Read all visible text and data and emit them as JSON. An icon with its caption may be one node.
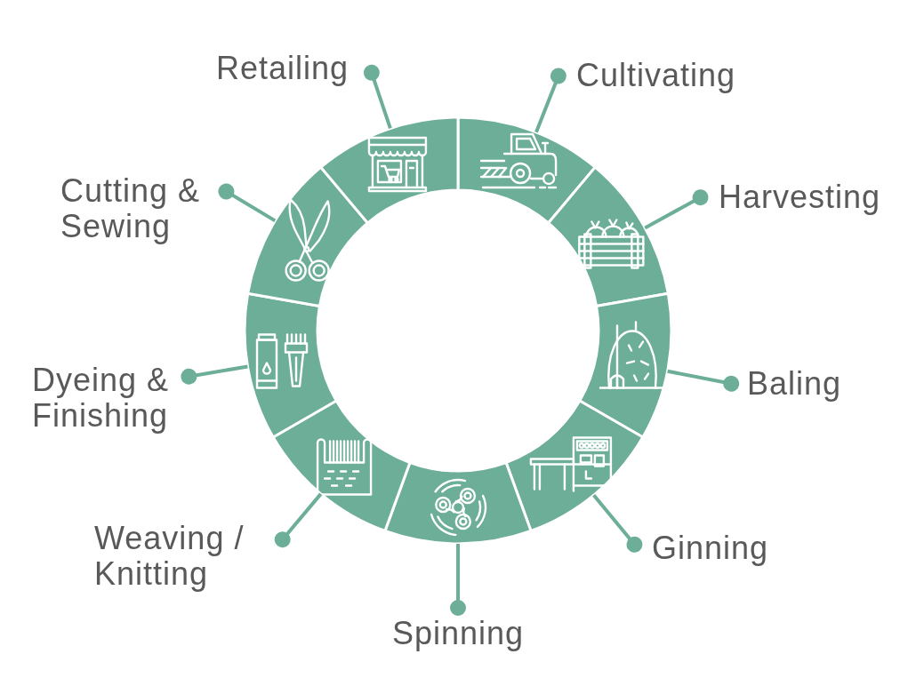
{
  "diagram": {
    "nodes": [
      {
        "text": [
          "Cultivating"
        ]
      },
      {
        "text": [
          "Harvesting"
        ]
      },
      {
        "text": [
          "Baling"
        ]
      },
      {
        "text": [
          "Ginning"
        ]
      },
      {
        "text": [
          "Spinning"
        ]
      },
      {
        "text": [
          "Weaving / Knitting"
        ]
      },
      {
        "text": [
          "Dyeing & Finishing"
        ]
      },
      {
        "text": [
          "Cutting & Sewing"
        ]
      },
      {
        "text": [
          "Retailing"
        ]
      },
      {
        "text": [],
        "shape": "segment"
      },
      {
        "text": [],
        "shape": "segment"
      },
      {
        "text": [],
        "shape": "segment"
      },
      {
        "text": [],
        "shape": "segment"
      },
      {
        "text": [],
        "shape": "segment"
      },
      {
        "text": [],
        "shape": "segment"
      },
      {
        "text": [],
        "shape": "segment"
      },
      {
        "text": [],
        "shape": "segment"
      },
      {
        "text": [],
        "shape": "segment"
      }
    ],
    "edges": [
      {
        "from": 0,
        "to": 9,
        "arrow": "other"
      },
      {
        "from": 1,
        "to": 10,
        "arrow": "other"
      },
      {
        "from": 2,
        "to": 11,
        "arrow": "other"
      },
      {
        "from": 3,
        "to": 12,
        "arrow": "other"
      },
      {
        "from": 4,
        "to": 13,
        "arrow": "other"
      },
      {
        "from": 5,
        "to": 14,
        "arrow": "other"
      },
      {
        "from": 6,
        "to": 15,
        "arrow": "other"
      },
      {
        "from": 7,
        "to": 16,
        "arrow": "other"
      },
      {
        "from": 8,
        "to": 17,
        "arrow": "other"
      }
    ]
  }
}
